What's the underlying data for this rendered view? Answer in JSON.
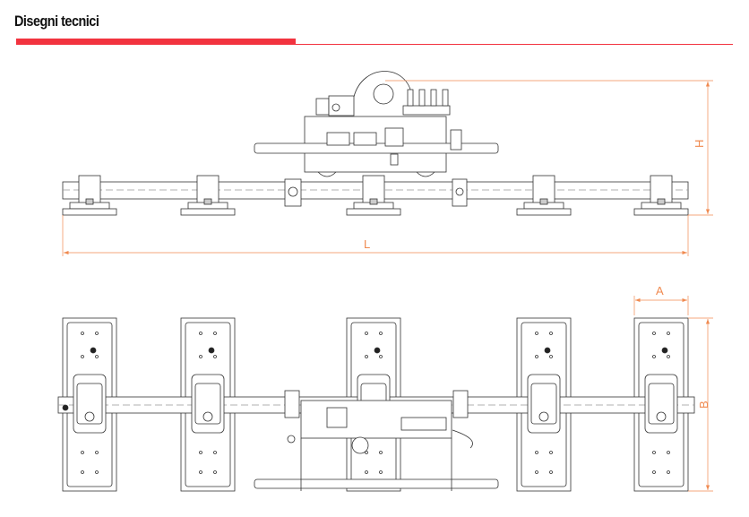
{
  "header": {
    "title": "Disegni tecnici"
  },
  "dimensions": {
    "length": "L",
    "height": "H",
    "width": "A",
    "pad_length": "B"
  },
  "colors": {
    "accent": "#f2333f",
    "dimension": "#f08a50",
    "line": "#333333"
  }
}
